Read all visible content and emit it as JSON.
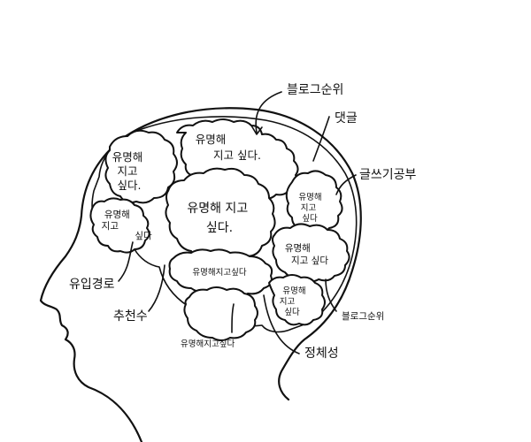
{
  "lobes": {
    "top": [
      "유명해",
      "지고 싶다."
    ],
    "left_upper": [
      "유명해",
      "지고",
      "싶다."
    ],
    "center": [
      "유명해 지고",
      "싶다."
    ],
    "left_small": [
      "유명해",
      "지고",
      "싶다"
    ],
    "right_upper": [
      "유명해",
      "지고",
      "싶다"
    ],
    "right_mid": [
      "유명해",
      "지고 싶다"
    ],
    "bottom_center": "유명해지고싶다",
    "right_lower": [
      "유명해",
      "지고",
      "싶다"
    ]
  },
  "labels": {
    "blog_rank_top": "블로그순위",
    "comments": "댓글",
    "writing_study": "글쓰기공부",
    "inflow_path": "유입경로",
    "recommendations": "추천수",
    "blog_rank_right": "블로그순위",
    "bottom_caption": "유명해지고싶다",
    "identity": "정체성"
  }
}
